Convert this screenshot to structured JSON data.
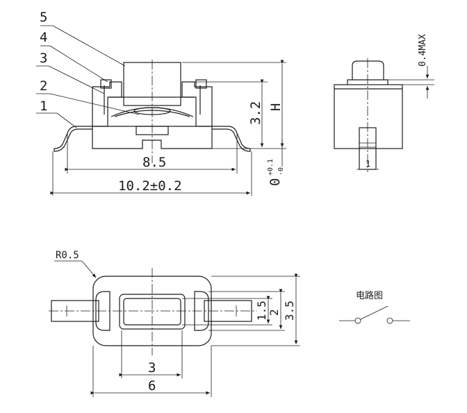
{
  "callouts": [
    "5",
    "4",
    "3",
    "2",
    "1"
  ],
  "front_view": {
    "dims": {
      "height_main": "3.2",
      "height_total": "H",
      "width_inner": "8.5",
      "width_total": "10.2±0.2",
      "tolerance_base": "0",
      "tolerance_plus": "+0.1",
      "tolerance_minus": "-0"
    }
  },
  "side_view": {
    "dims": {
      "stroke_max": "0.4MAX",
      "terminal_width": "1"
    }
  },
  "top_view": {
    "radius": "R0.5",
    "dims": {
      "button_width": "3",
      "body_width": "6",
      "button_height": "1.5",
      "inner_height": "2",
      "body_height": "3.5"
    }
  },
  "circuit": {
    "title": "电路图"
  }
}
